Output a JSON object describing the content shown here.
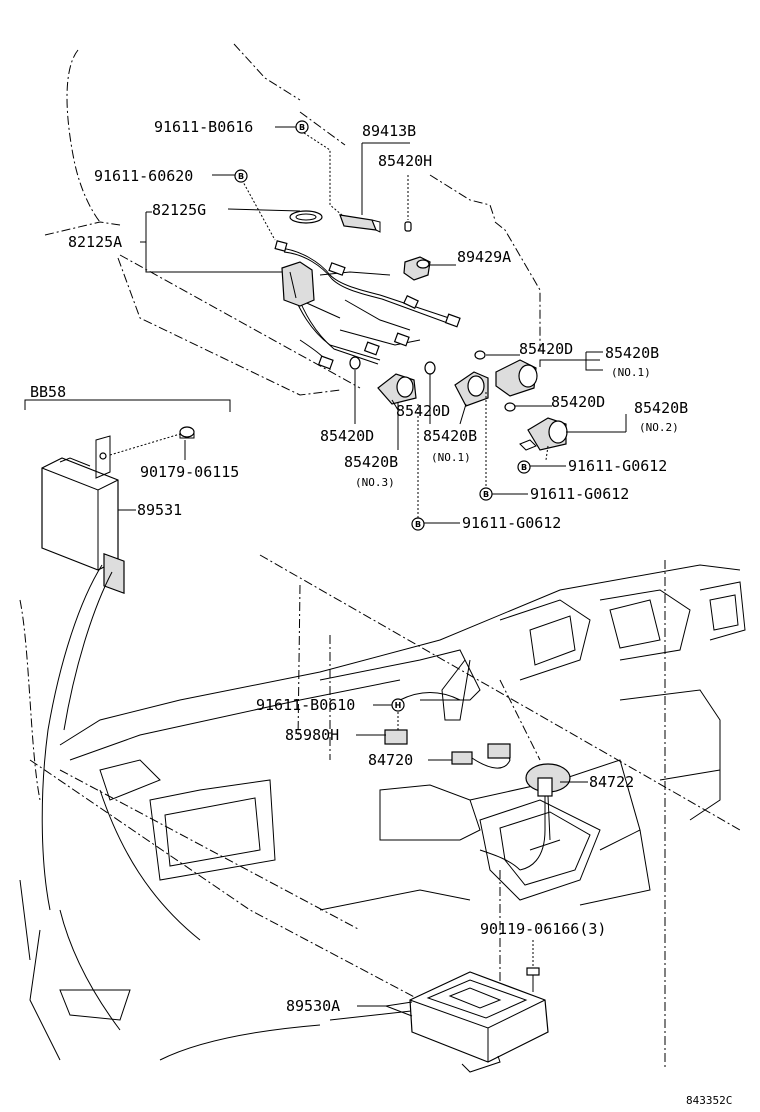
{
  "diagram": {
    "labels": {
      "p91611_B0616": "91611-B0616",
      "p89413B": "89413B",
      "p85420H": "85420H",
      "p91611_60620": "91611-60620",
      "p82125G": "82125G",
      "p82125A": "82125A",
      "p89429A": "89429A",
      "p85420D_1": "85420D",
      "p85420B_1": "85420B",
      "no1_a": "(NO.1)",
      "p85420D_2": "85420D",
      "p85420B_2": "85420B",
      "no2": "(NO.2)",
      "p85420D_3": "85420D",
      "p85420D_4": "85420D",
      "p85420B_3": "85420B",
      "no1_b": "(NO.1)",
      "p85420B_4": "85420B",
      "no3": "(NO.3)",
      "p91611_G0612_1": "91611-G0612",
      "p91611_G0612_2": "91611-G0612",
      "p91611_G0612_3": "91611-G0612",
      "bb58": "BB58",
      "p90179_06115": "90179-06115",
      "p89531": "89531",
      "p91611_B0610": "91611-B0610",
      "p85980H": "85980H",
      "p84720": "84720",
      "p84722": "84722",
      "p90119_06166": "90119-06166(3)",
      "p89530A": "89530A",
      "figure_code": "843352C"
    },
    "bolt_marker_letter": "B",
    "bolt_marker_letter_h": "H"
  }
}
